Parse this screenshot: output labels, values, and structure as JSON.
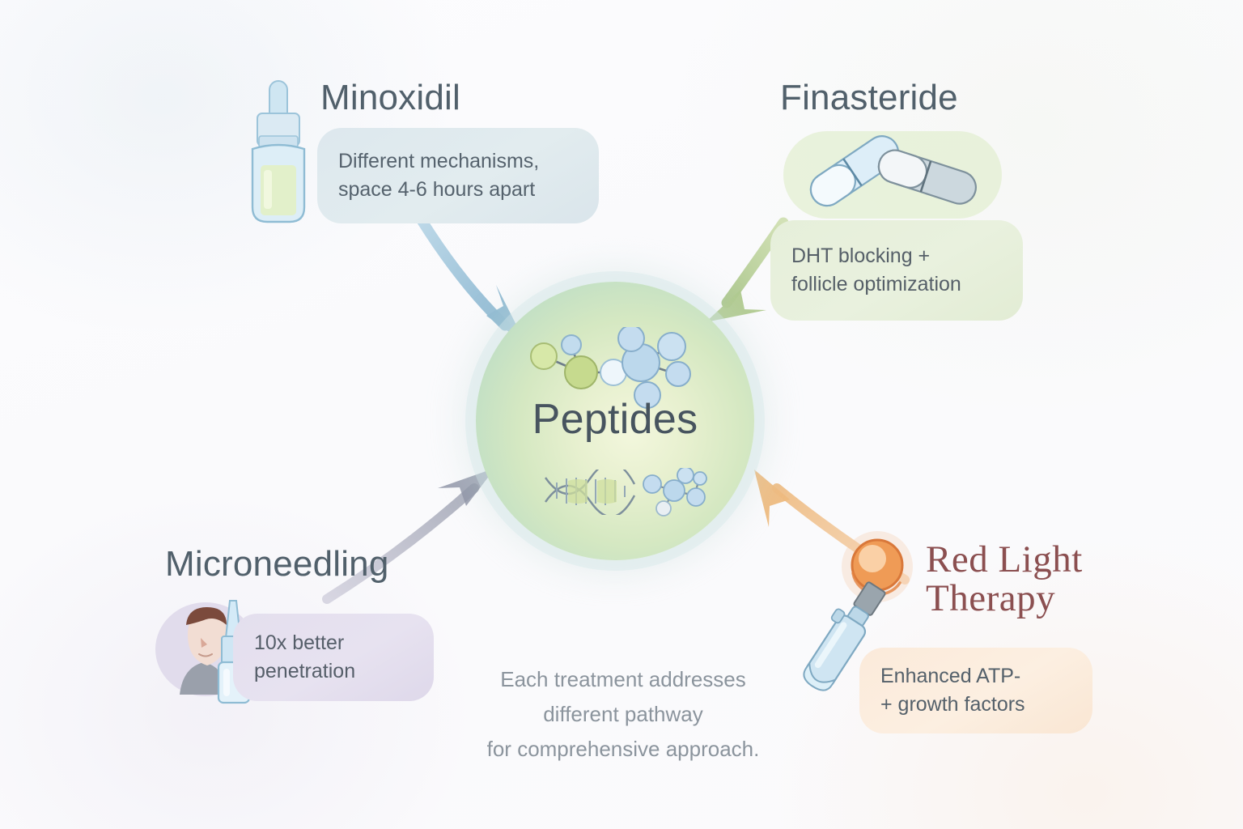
{
  "center": {
    "label": "Peptides",
    "color": "#c9e2be"
  },
  "nodes": [
    {
      "id": "minoxidil",
      "heading": "Minoxidil",
      "bubble_text": "Different mechanisms,\nspace 4-6 hours apart",
      "bubble_color": "#dde8ee",
      "arrow_color": "#93bcd4",
      "icon": "dropper-bottle-icon"
    },
    {
      "id": "finasteride",
      "heading": "Finasteride",
      "bubble_text": "DHT blocking +\nfollicle optimization",
      "bubble_color": "#e6efda",
      "arrow_color": "#b3cc92",
      "icon": "pill-capsules-icon"
    },
    {
      "id": "microneedling",
      "heading": "Microneedling",
      "bubble_text": "10x better\npenetration",
      "bubble_color": "#e4dfee",
      "arrow_color": "#9aa0b2",
      "icon": "microneedling-pen-icon"
    },
    {
      "id": "red-light-therapy",
      "heading": "Red Light\nTherapy",
      "bubble_text": "Enhanced ATP-\n+ growth factors",
      "bubble_color": "#fbeada",
      "arrow_color": "#efbd84",
      "icon": "light-wand-icon"
    }
  ],
  "caption": "Each treatment addresses\ndifferent pathway\nfor comprehensive approach."
}
